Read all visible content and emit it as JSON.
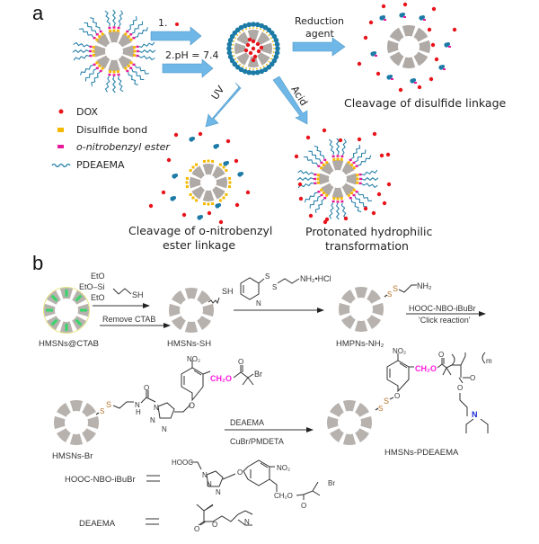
{
  "panel_a": {
    "label": "a",
    "steps": {
      "step1": "1.",
      "step2": "2.pH = 7.4",
      "reduction": [
        "Reduction",
        "agent"
      ],
      "uv": "UV",
      "acid": "Acid"
    },
    "legend": [
      {
        "label": "DOX",
        "color": "#e8141c",
        "icon": "dot-icon"
      },
      {
        "label": "Disulfide bond",
        "color": "#f5b800",
        "icon": "square-icon"
      },
      {
        "label": "o-nitrobenzyl ester",
        "color": "#e8189a",
        "icon": "square-icon"
      },
      {
        "label": "PDEAEMA",
        "color": "#1c7aa6",
        "icon": "wave-icon"
      }
    ],
    "captions": {
      "disulfide": "Cleavage of disulfide linkage",
      "nitrobenzyl": [
        "Cleavage of o-nitrobenzyl",
        "ester linkage"
      ],
      "protonated": [
        "Protonated hydrophilic",
        "transformation"
      ]
    },
    "colors": {
      "dox": "#e8141c",
      "disulfide": "#f5b800",
      "ester": "#e8189a",
      "polymer": "#1c7aa6",
      "arrow": "#6fb7e6",
      "silica": "#b0aaa6"
    }
  },
  "panel_b": {
    "label": "b",
    "reagents": {
      "silane": [
        "EtO",
        "EtO–Si",
        "EtO",
        "SH"
      ],
      "remove_ctab": "Remove CTAB",
      "pyridyl": [
        "S",
        "S",
        "NH₂•HCl",
        "N"
      ],
      "click_reagent": "HOOC-NBO-iBuBr",
      "click_reaction": "'Click reaction'",
      "monomer": "DEAEMA",
      "catalyst": "CuBr/PMDETA"
    },
    "species": {
      "hmsns_ctab": "HMSNs@CTAB",
      "hmsns_sh": "HMSNs-SH",
      "hmpns_nh2": "HMPNs-NH₂",
      "hmsns_br": "HMSNs-Br",
      "hmsns_pdeaema": "HMSNs-PDEAEMA"
    },
    "definitions": [
      {
        "name": "HOOC-NBO-iBuBr",
        "symbol": "="
      },
      {
        "name": "DEAEMA",
        "symbol": "="
      }
    ],
    "atoms": {
      "no2": "NO₂",
      "ch2o": "CH₂O",
      "br": "Br",
      "o": "O",
      "n": "N",
      "nh": "N",
      "h": "H",
      "s": "S",
      "sh": "SH",
      "nh2": "NH₂",
      "hooc": "HOOC",
      "m": "m"
    },
    "colors": {
      "sulfur": "#b8742a",
      "ester_highlight": "#ff1adf",
      "nitrogen": "#1a2bd6",
      "ctab": "#37d66a"
    }
  }
}
